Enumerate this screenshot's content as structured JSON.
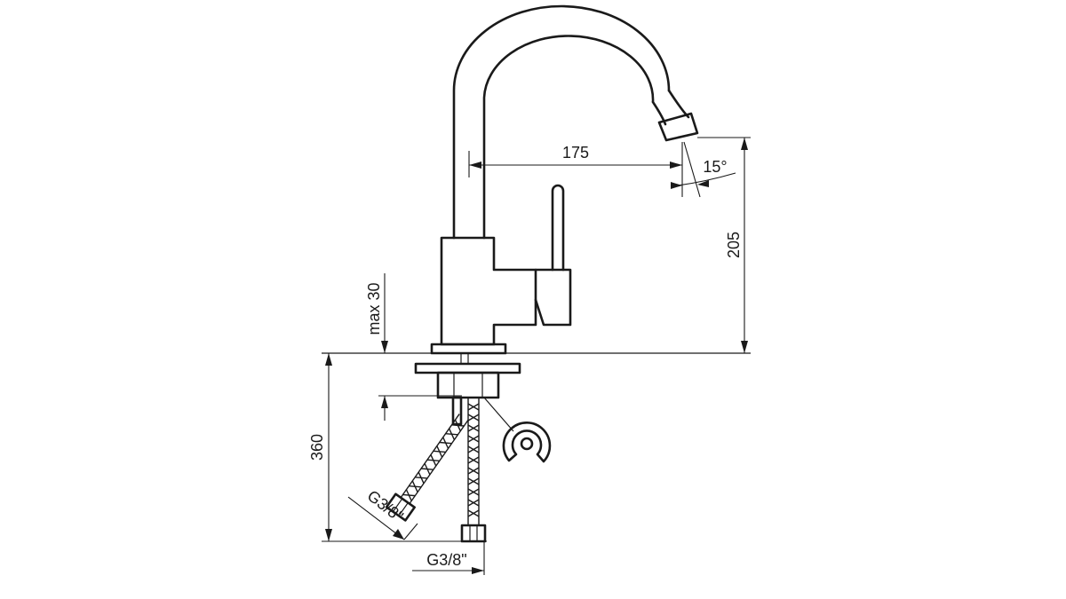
{
  "dimensions": {
    "spout_reach": "175",
    "spout_angle": "15°",
    "spout_height": "205",
    "max_deck_thickness": "max 30",
    "total_height": "360",
    "hose_connection_angled": "G3/8\"",
    "hose_connection_straight": "G3/8\""
  },
  "colors": {
    "line": "#1a1a1a",
    "background": "#ffffff"
  }
}
